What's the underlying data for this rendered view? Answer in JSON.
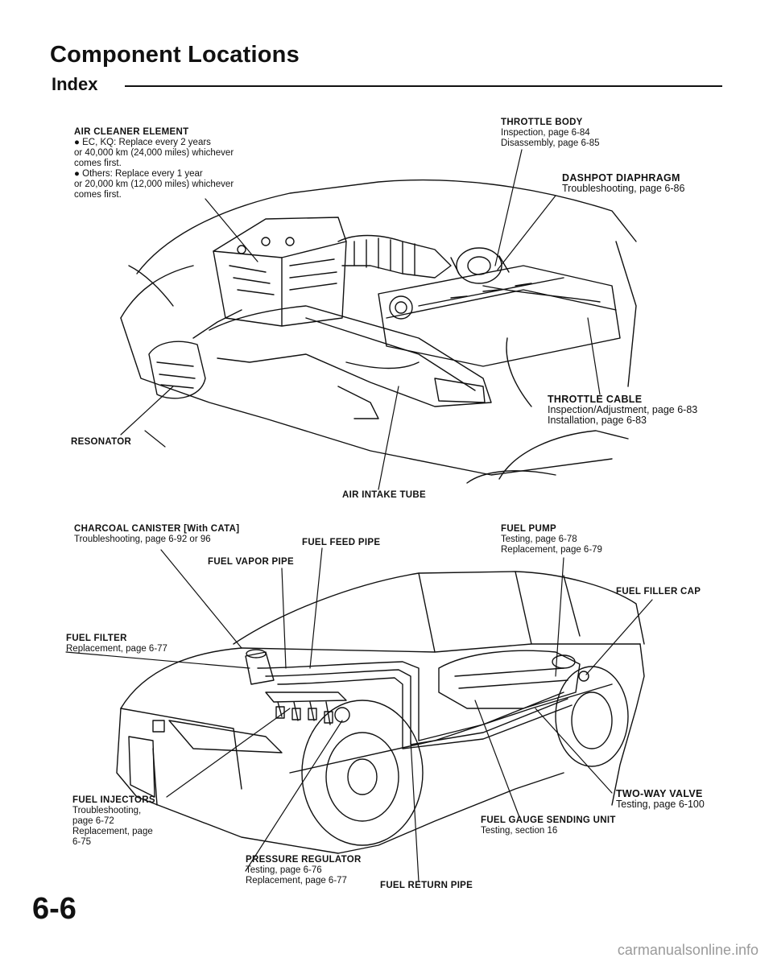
{
  "header": {
    "title": "Component Locations",
    "subtitle": "Index"
  },
  "labels": {
    "air_cleaner": {
      "title": "AIR CLEANER ELEMENT",
      "lines": [
        "● EC, KQ: Replace every 2 years",
        "or 40,000 km (24,000 miles) whichever",
        "comes first.",
        "● Others: Replace every 1 year",
        "or 20,000 km (12,000 miles) whichever",
        "comes first."
      ]
    },
    "throttle_body": {
      "title": "THROTTLE BODY",
      "lines": [
        "Inspection, page 6-84",
        "Disassembly, page 6-85"
      ]
    },
    "dashpot": {
      "title": "DASHPOT DIAPHRAGM",
      "lines": [
        "Troubleshooting, page 6-86"
      ]
    },
    "throttle_cable": {
      "title": "THROTTLE CABLE",
      "lines": [
        "Inspection/Adjustment, page 6-83",
        "Installation, page 6-83"
      ]
    },
    "resonator": {
      "title": "RESONATOR"
    },
    "air_intake_tube": {
      "title": "AIR INTAKE TUBE"
    },
    "charcoal_canister": {
      "title": "CHARCOAL CANISTER [With CATA]",
      "lines": [
        "Troubleshooting, page 6-92 or 96"
      ]
    },
    "fuel_feed_pipe": {
      "title": "FUEL FEED PIPE"
    },
    "fuel_vapor_pipe": {
      "title": "FUEL VAPOR PIPE"
    },
    "fuel_pump": {
      "title": "FUEL PUMP",
      "lines": [
        "Testing, page 6-78",
        "Replacement, page 6-79"
      ]
    },
    "fuel_filler_cap": {
      "title": "FUEL FILLER CAP"
    },
    "fuel_filter": {
      "title": "FUEL FILTER",
      "lines": [
        "Replacement, page 6-77"
      ]
    },
    "fuel_injectors": {
      "title": "FUEL INJECTORS",
      "lines": [
        "Troubleshooting,",
        "page 6-72",
        "Replacement, page",
        "6-75"
      ]
    },
    "two_way_valve": {
      "title": "TWO-WAY VALVE",
      "lines": [
        "Testing, page 6-100"
      ]
    },
    "fuel_gauge": {
      "title": "FUEL GAUGE SENDING UNIT",
      "lines": [
        "Testing, section 16"
      ]
    },
    "pressure_regulator": {
      "title": "PRESSURE REGULATOR",
      "lines": [
        "Testing, page 6-76",
        "Replacement, page 6-77"
      ]
    },
    "fuel_return_pipe": {
      "title": "FUEL RETURN PIPE"
    }
  },
  "footer": {
    "page_number": "6-6",
    "watermark": "carmanualsonline.info"
  }
}
